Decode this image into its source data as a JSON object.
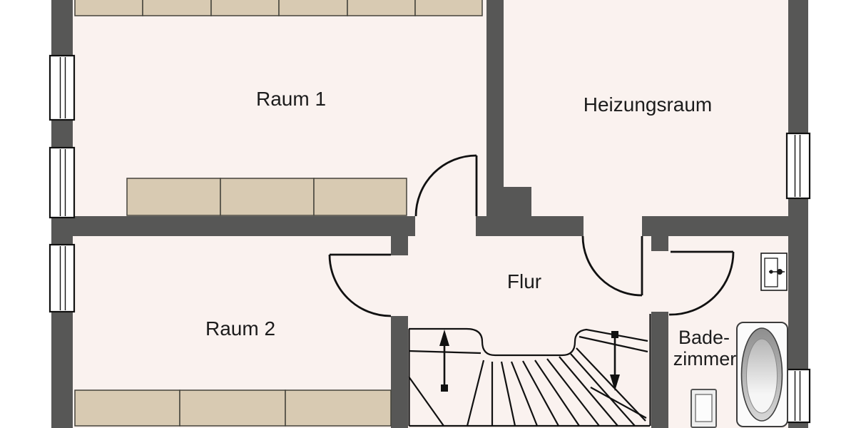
{
  "rooms": {
    "raum1": {
      "label": "Raum 1"
    },
    "heizungsraum": {
      "label": "Heizungsraum"
    },
    "flur": {
      "label": "Flur"
    },
    "raum2": {
      "label": "Raum 2"
    },
    "badezimmer": {
      "label_line1": "Bade-",
      "label_line2": "zimmer"
    }
  },
  "stairs": {
    "left_arrow_direction": "up",
    "right_arrow_direction": "down"
  },
  "fixtures": {
    "bathtub": "bathtub",
    "toilet": "toilet",
    "electrical_panel": "electrical panel"
  },
  "colors": {
    "background": "#ffffff",
    "floor": "#faf2ef",
    "wall": "#575756",
    "furniture": "#d8cab2",
    "furniture_border": "#44433b",
    "line": "#111111",
    "text": "#1c1c1c"
  }
}
